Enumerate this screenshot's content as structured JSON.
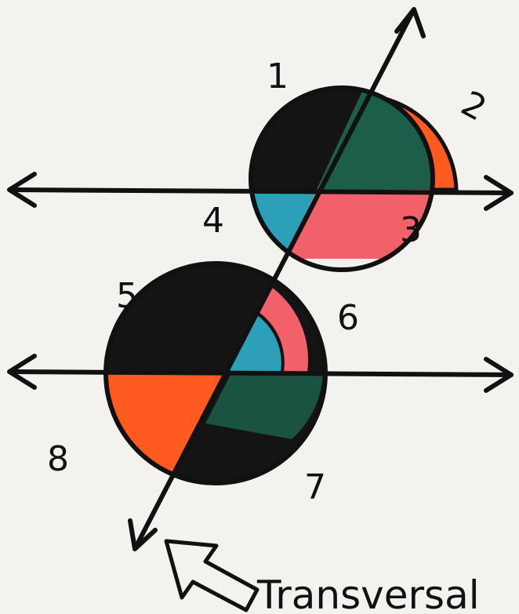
{
  "diagram": {
    "angle_labels": [
      "1",
      "2",
      "3",
      "4",
      "5",
      "6",
      "7",
      "8"
    ],
    "callout_label": "Transversal",
    "colors": {
      "orange": "#ff5a1f",
      "black": "#141414",
      "green": "#1b5e4a",
      "teal": "#2ba0b8",
      "pink": "#f2606a",
      "ink": "#111111"
    }
  }
}
